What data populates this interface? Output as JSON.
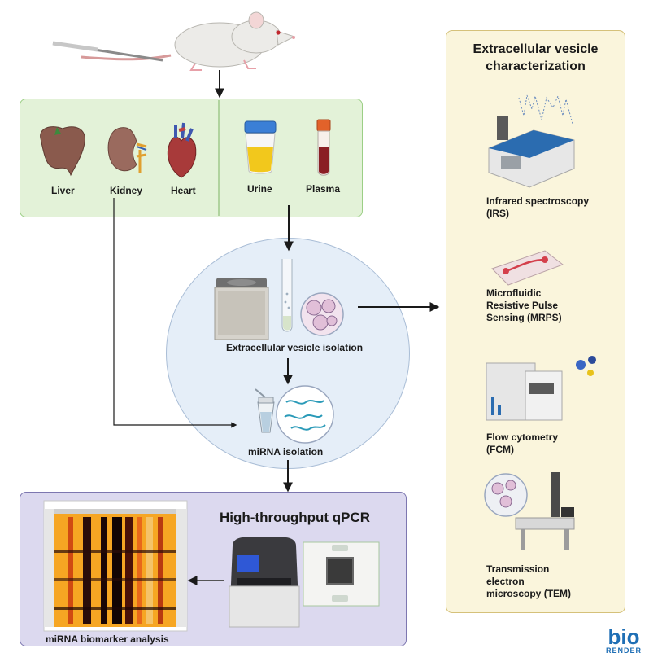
{
  "tissues": {
    "liver": "Liver",
    "kidney": "Kidney",
    "heart": "Heart"
  },
  "biofluids": {
    "urine": "Urine",
    "plasma": "Plasma"
  },
  "isolation": {
    "ev_isolation": "Extracellular vesicle isolation",
    "mirna_isolation": "miRNA isolation"
  },
  "qpcr": {
    "title": "High-throughput qPCR",
    "analysis": "miRNA biomarker analysis"
  },
  "characterization": {
    "title_line1": "Extracellular vesicle",
    "title_line2": "characterization",
    "methods": [
      {
        "line1": "Infrared spectroscopy",
        "line2": "(IRS)"
      },
      {
        "line1": "Microfluidic",
        "line2": "Resistive Pulse",
        "line3": "Sensing (MRPS)"
      },
      {
        "line1": "Flow cytometry",
        "line2": "(FCM)"
      },
      {
        "line1": "Transmission",
        "line2": "electron",
        "line3": "microscopy (TEM)"
      }
    ]
  },
  "brand": {
    "line1": "bio",
    "line2": "RENDER"
  },
  "colors": {
    "tissue_box": "#e3f2d8",
    "qpcr_box": "#dcd9ef",
    "characterization_box": "#faf5dc",
    "isolation_circle": "#e5eef8",
    "biorender_blue": "#1f6fb5"
  }
}
